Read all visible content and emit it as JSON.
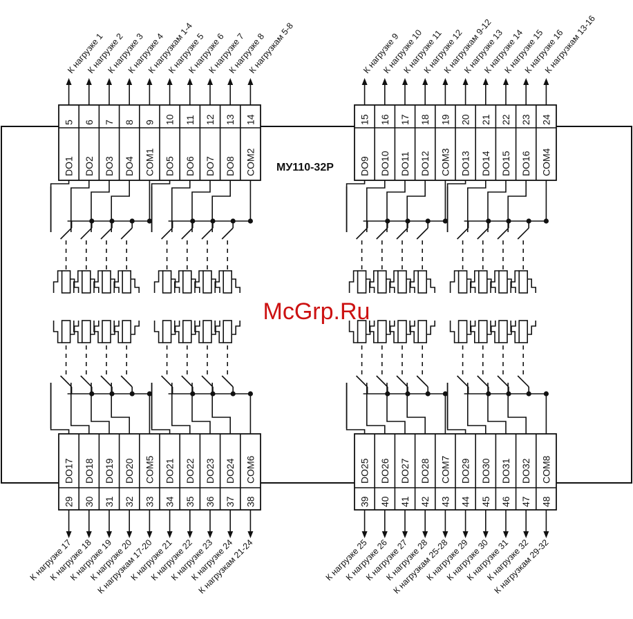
{
  "device_label": "МУ110-32Р",
  "watermark": "McGrp.Ru",
  "colors": {
    "ink": "#111111",
    "watermark": "#cc1111",
    "background": "#ffffff"
  },
  "groups": [
    {
      "id": "top-left",
      "cells": [
        {
          "pin": "5",
          "sig": "DO1",
          "load": "К нагрузке 1"
        },
        {
          "pin": "6",
          "sig": "DO2",
          "load": "К нагрузке 2"
        },
        {
          "pin": "7",
          "sig": "DO3",
          "load": "К нагрузке 3"
        },
        {
          "pin": "8",
          "sig": "DO4",
          "load": "К нагрузке 4"
        },
        {
          "pin": "9",
          "sig": "COM1",
          "load": "К нагрузкам 1-4"
        },
        {
          "pin": "10",
          "sig": "DO5",
          "load": "К нагрузке 5"
        },
        {
          "pin": "11",
          "sig": "DO6",
          "load": "К нагрузке 6"
        },
        {
          "pin": "12",
          "sig": "DO7",
          "load": "К нагрузке 7"
        },
        {
          "pin": "13",
          "sig": "DO8",
          "load": "К нагрузке 8"
        },
        {
          "pin": "14",
          "sig": "COM2",
          "load": "К нагрузкам 5-8"
        }
      ]
    },
    {
      "id": "top-right",
      "cells": [
        {
          "pin": "15",
          "sig": "DO9",
          "load": "К нагрузке 9"
        },
        {
          "pin": "16",
          "sig": "DO10",
          "load": "К нагрузке 10"
        },
        {
          "pin": "17",
          "sig": "DO11",
          "load": "К нагрузке 11"
        },
        {
          "pin": "18",
          "sig": "DO12",
          "load": "К нагрузке 12"
        },
        {
          "pin": "19",
          "sig": "COM3",
          "load": "К нагрузкам 9-12"
        },
        {
          "pin": "20",
          "sig": "DO13",
          "load": "К нагрузке 13"
        },
        {
          "pin": "21",
          "sig": "DO14",
          "load": "К нагрузке 14"
        },
        {
          "pin": "22",
          "sig": "DO15",
          "load": "К нагрузке 15"
        },
        {
          "pin": "23",
          "sig": "DO16",
          "load": "К нагрузке 16"
        },
        {
          "pin": "24",
          "sig": "COM4",
          "load": "К нагрузкам 13-16"
        }
      ]
    },
    {
      "id": "bottom-left",
      "cells": [
        {
          "pin": "29",
          "sig": "DO17",
          "load": "К нагрузке 17"
        },
        {
          "pin": "30",
          "sig": "DO18",
          "load": "К нагрузке 18"
        },
        {
          "pin": "31",
          "sig": "DO19",
          "load": "К нагрузке 19"
        },
        {
          "pin": "32",
          "sig": "DO20",
          "load": "К нагрузке 20"
        },
        {
          "pin": "33",
          "sig": "COM5",
          "load": "К нагрузкам 17-20"
        },
        {
          "pin": "34",
          "sig": "DO21",
          "load": "К нагрузке 21"
        },
        {
          "pin": "35",
          "sig": "DO22",
          "load": "К нагрузке 22"
        },
        {
          "pin": "36",
          "sig": "DO23",
          "load": "К нагрузке 23"
        },
        {
          "pin": "37",
          "sig": "DO24",
          "load": "К нагрузке 24"
        },
        {
          "pin": "38",
          "sig": "COM6",
          "load": "К нагрузкам 21-24"
        }
      ]
    },
    {
      "id": "bottom-right",
      "cells": [
        {
          "pin": "39",
          "sig": "DO25",
          "load": "К нагрузке 25"
        },
        {
          "pin": "40",
          "sig": "DO26",
          "load": "К нагрузке 26"
        },
        {
          "pin": "41",
          "sig": "DO27",
          "load": "К нагрузке 27"
        },
        {
          "pin": "42",
          "sig": "DO28",
          "load": "К нагрузке 28"
        },
        {
          "pin": "43",
          "sig": "COM7",
          "load": "К нагрузкам 25-28"
        },
        {
          "pin": "44",
          "sig": "DO29",
          "load": "К нагрузке 29"
        },
        {
          "pin": "45",
          "sig": "DO30",
          "load": "К нагрузке 30"
        },
        {
          "pin": "46",
          "sig": "DO31",
          "load": "К нагрузке 31"
        },
        {
          "pin": "47",
          "sig": "DO32",
          "load": "К нагрузке 32"
        },
        {
          "pin": "48",
          "sig": "COM8",
          "load": "К нагрузкам 29-32"
        }
      ]
    }
  ]
}
